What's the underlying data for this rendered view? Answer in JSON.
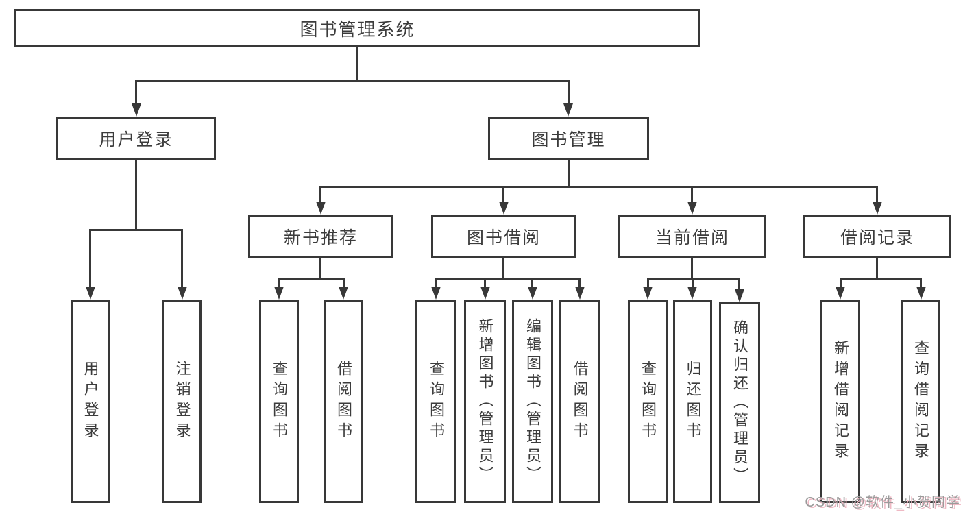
{
  "nodes": {
    "root": "图书管理系统",
    "user_login": "用户登录",
    "book_management": "图书管理",
    "new_book_recommend": "新书推荐",
    "book_borrow": "图书借阅",
    "current_borrow": "当前借阅",
    "borrow_records": "借阅记录",
    "leaf_user_login": "用户登录",
    "leaf_logout": "注销登录",
    "leaf_nb_query_books": "查询图书",
    "leaf_nb_borrow_books": "借阅图书",
    "leaf_bb_query_books": "查询图书",
    "leaf_bb_add_books": "新增图书（管理员）",
    "leaf_bb_edit_books": "编辑图书（管理员）",
    "leaf_bb_borrow_books": "借阅图书",
    "leaf_cb_query_books": "查询图书",
    "leaf_cb_return_books": "归还图书",
    "leaf_cb_confirm_return": "确认归还（管理员）",
    "leaf_br_add_record": "新增借阅记录",
    "leaf_br_query_record": "查询借阅记录"
  },
  "structure": {
    "root": "图书管理系统",
    "children": [
      {
        "label": "用户登录",
        "children": [
          "用户登录",
          "注销登录"
        ]
      },
      {
        "label": "图书管理",
        "children": [
          {
            "label": "新书推荐",
            "children": [
              "查询图书",
              "借阅图书"
            ]
          },
          {
            "label": "图书借阅",
            "children": [
              "查询图书",
              "新增图书（管理员）",
              "编辑图书（管理员）",
              "借阅图书"
            ]
          },
          {
            "label": "当前借阅",
            "children": [
              "查询图书",
              "归还图书",
              "确认归还（管理员）"
            ]
          },
          {
            "label": "借阅记录",
            "children": [
              "新增借阅记录",
              "查询借阅记录"
            ]
          }
        ]
      }
    ]
  },
  "watermark": "CSDN @软件_小贺同学",
  "colors": {
    "line": "#383838",
    "text": "#3c3c3c",
    "background": "#ffffff",
    "watermark_text": "#9b9b9b",
    "watermark_shadow": "#efb9c4"
  }
}
